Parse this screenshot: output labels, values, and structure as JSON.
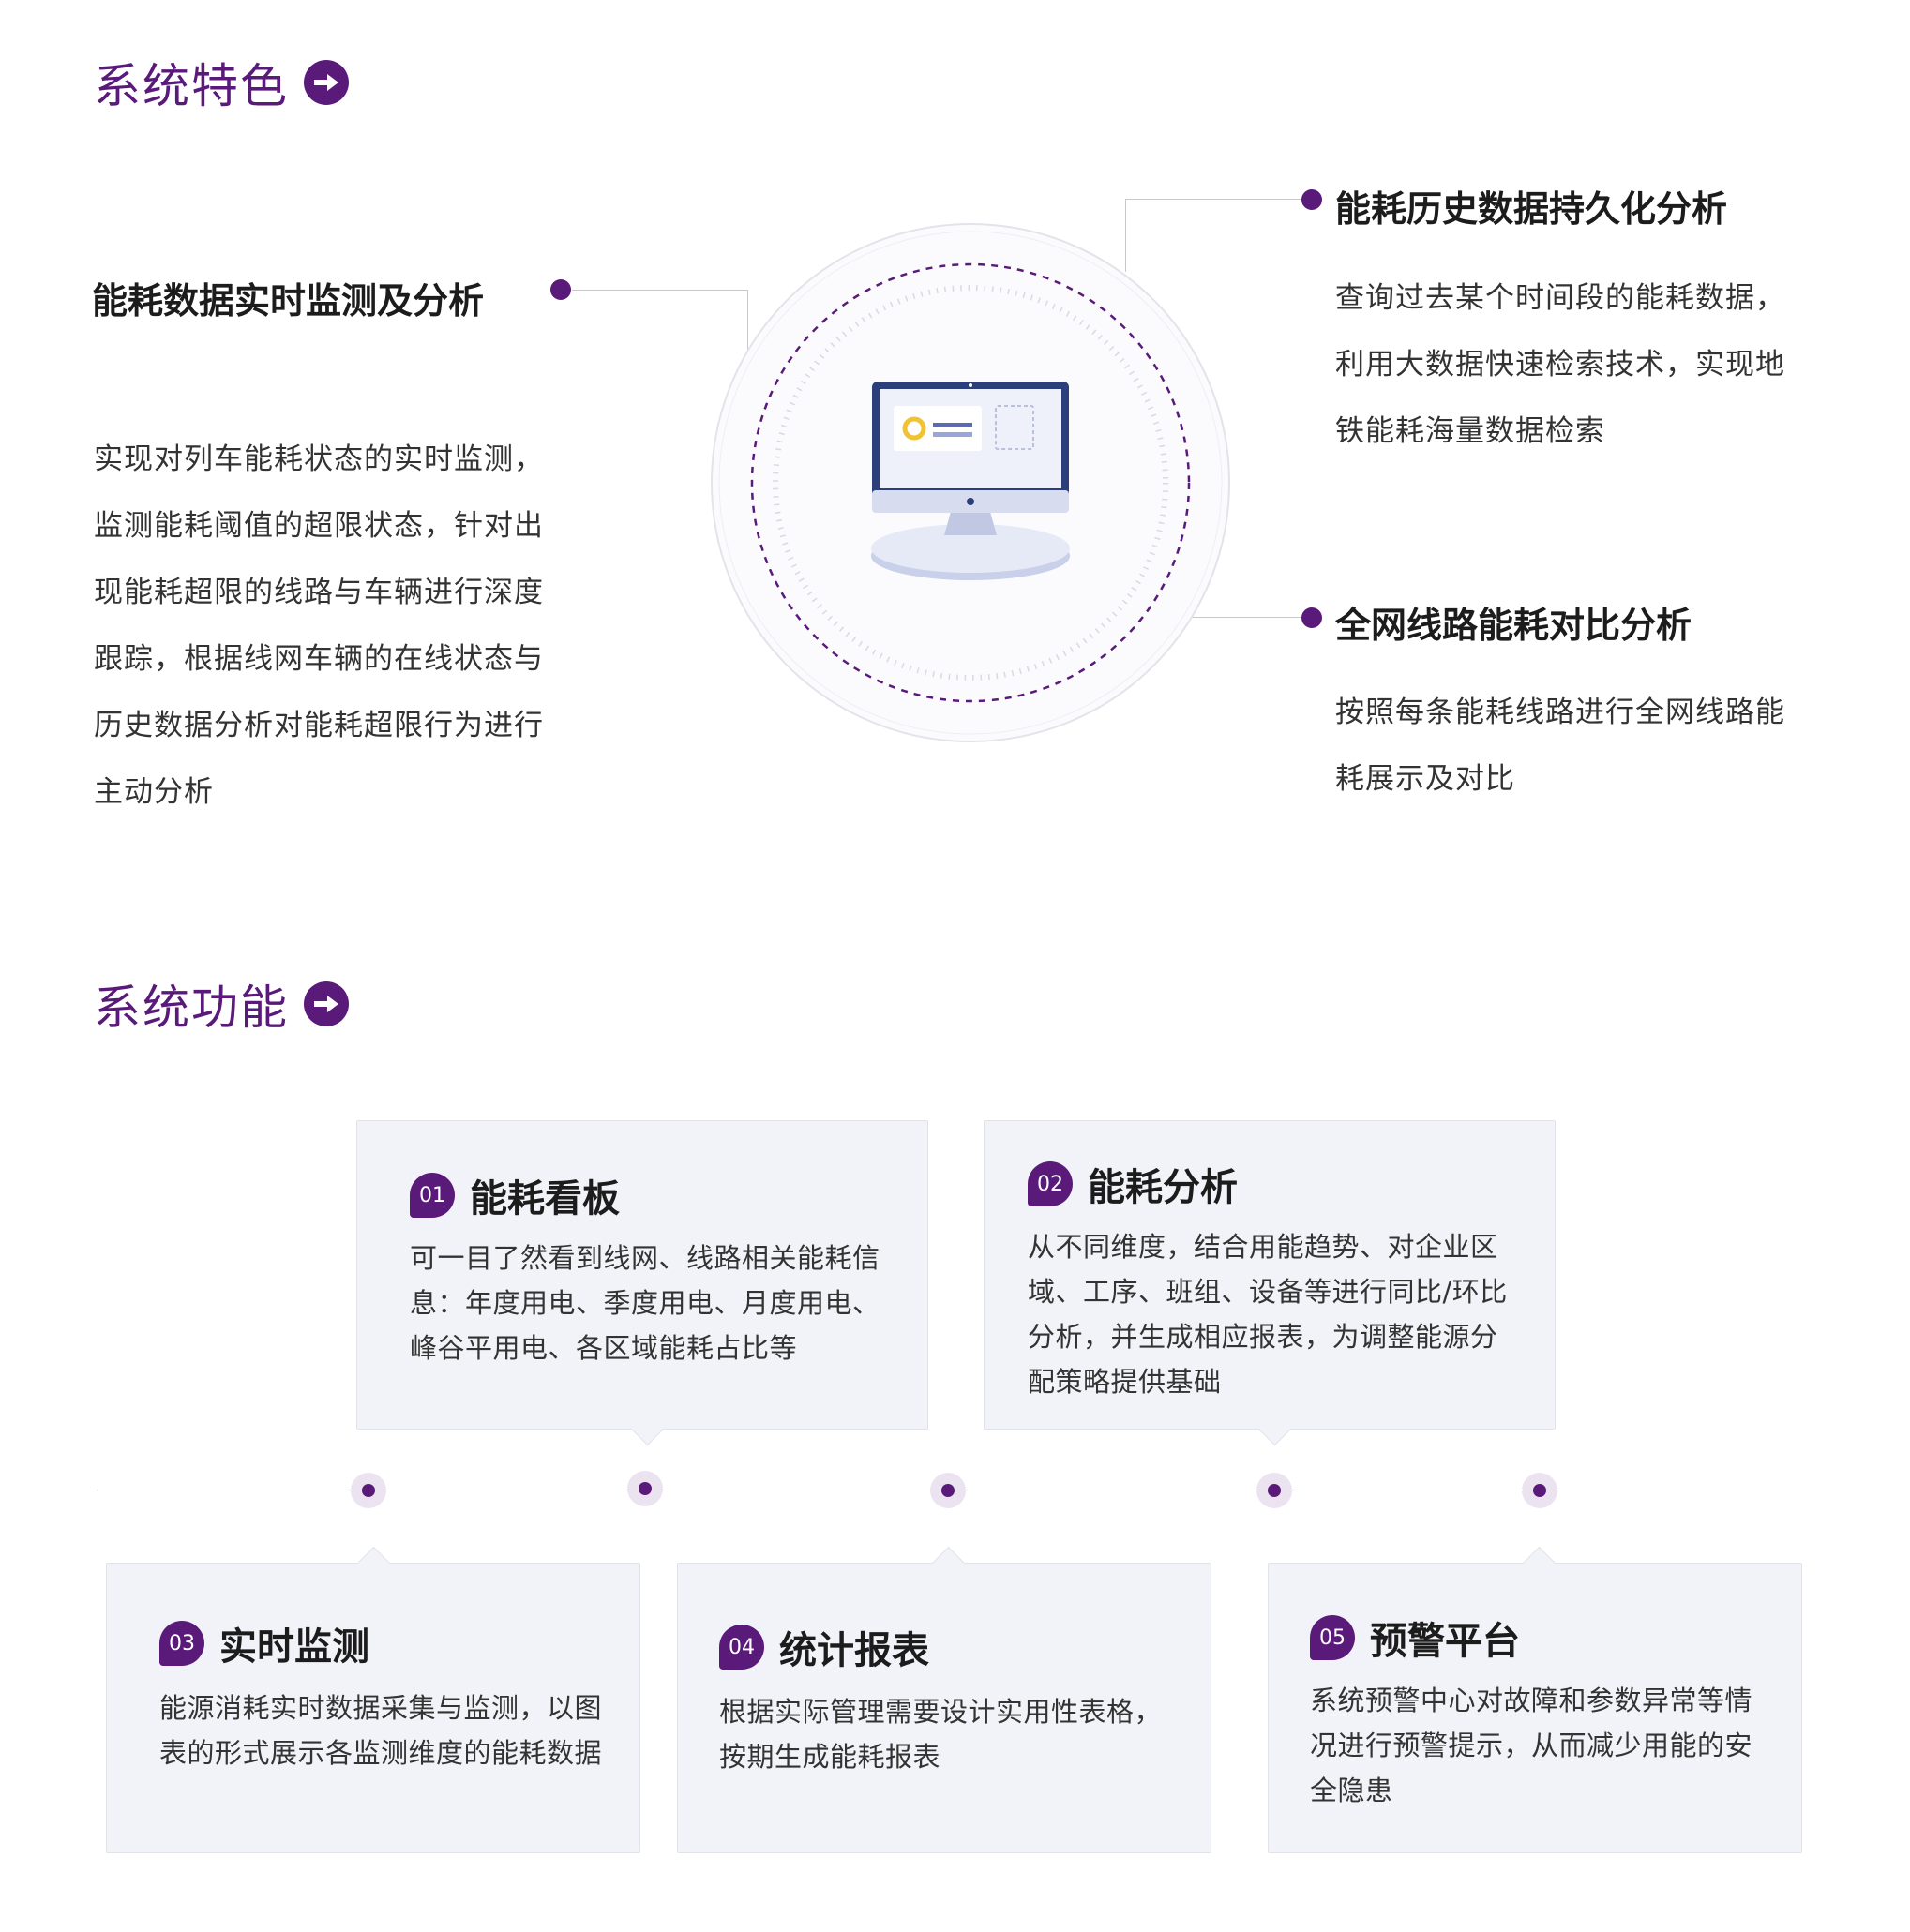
{
  "features": {
    "title": "系统特色",
    "left": {
      "title": "能耗数据实时监测及分析",
      "body": "实现对列车能耗状态的实时监测，监测能耗阈值的超限状态，针对出现能耗超限的线路与车辆进行深度跟踪，根据线网车辆的在线状态与历史数据分析对能耗超限行为进行主动分析"
    },
    "right_top": {
      "title": "能耗历史数据持久化分析",
      "body": "查询过去某个时间段的能耗数据，利用大数据快速检索技术，实现地铁能耗海量数据检索"
    },
    "right_bottom": {
      "title": "全网线路能耗对比分析",
      "body": "按照每条能耗线路进行全网线路能耗展示及对比"
    }
  },
  "functions": {
    "title": "系统功能",
    "cards": [
      {
        "num": "01",
        "title": "能耗看板",
        "body": "可一目了然看到线网、线路相关能耗信息：年度用电、季度用电、月度用电、峰谷平用电、各区域能耗占比等"
      },
      {
        "num": "02",
        "title": "能耗分析",
        "body": "从不同维度，结合用能趋势、对企业区域、工序、班组、设备等进行同比/环比分析，并生成相应报表，为调整能源分配策略提供基础"
      },
      {
        "num": "03",
        "title": "实时监测",
        "body": "能源消耗实时数据采集与监测，以图表的形式展示各监测维度的能耗数据"
      },
      {
        "num": "04",
        "title": "统计报表",
        "body": "根据实际管理需要设计实用性表格，按期生成能耗报表"
      },
      {
        "num": "05",
        "title": "预警平台",
        "body": "系统预警中心对故障和参数异常等情况进行预警提示，从而减少用能的安全隐患"
      }
    ]
  },
  "colors": {
    "accent": "#5a1a7a",
    "card_bg": "#f2f3f8",
    "monitor_frame": "#2b3f7a"
  }
}
